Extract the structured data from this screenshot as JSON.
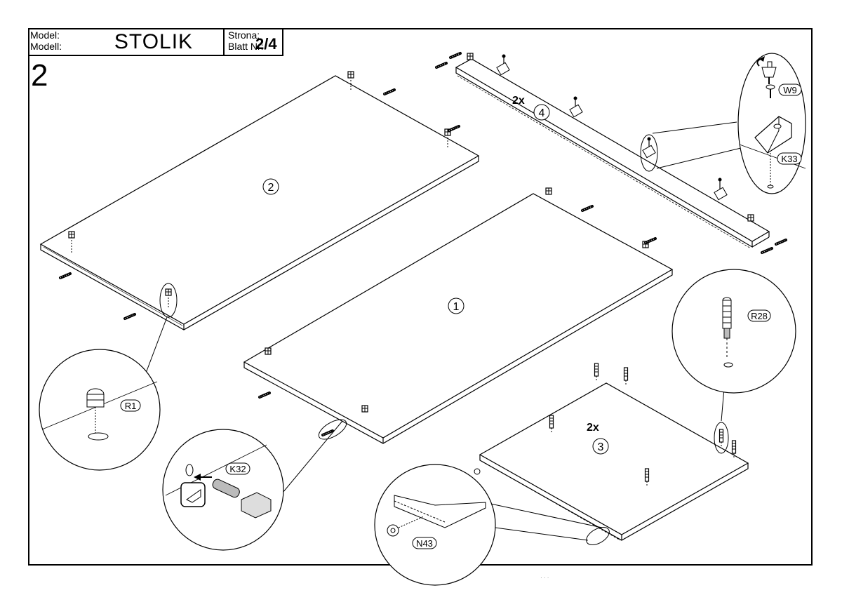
{
  "header": {
    "model_label_1": "Model:",
    "model_label_2": "Modell:",
    "model_name": "STOLIK",
    "page_label_1": "Strona:",
    "page_label_2": "Blatt Nr:",
    "page_number": "2/4"
  },
  "step_number": "2",
  "parts": {
    "p1": "1",
    "p2": "2",
    "p3": "3",
    "p4": "4",
    "qty3": "2x",
    "qty4": "2x"
  },
  "hardware": {
    "r1": "R1",
    "k32": "K32",
    "n43": "N43",
    "r28": "R28",
    "w9": "W9",
    "k33": "K33"
  },
  "footer_mark": "· · ·"
}
